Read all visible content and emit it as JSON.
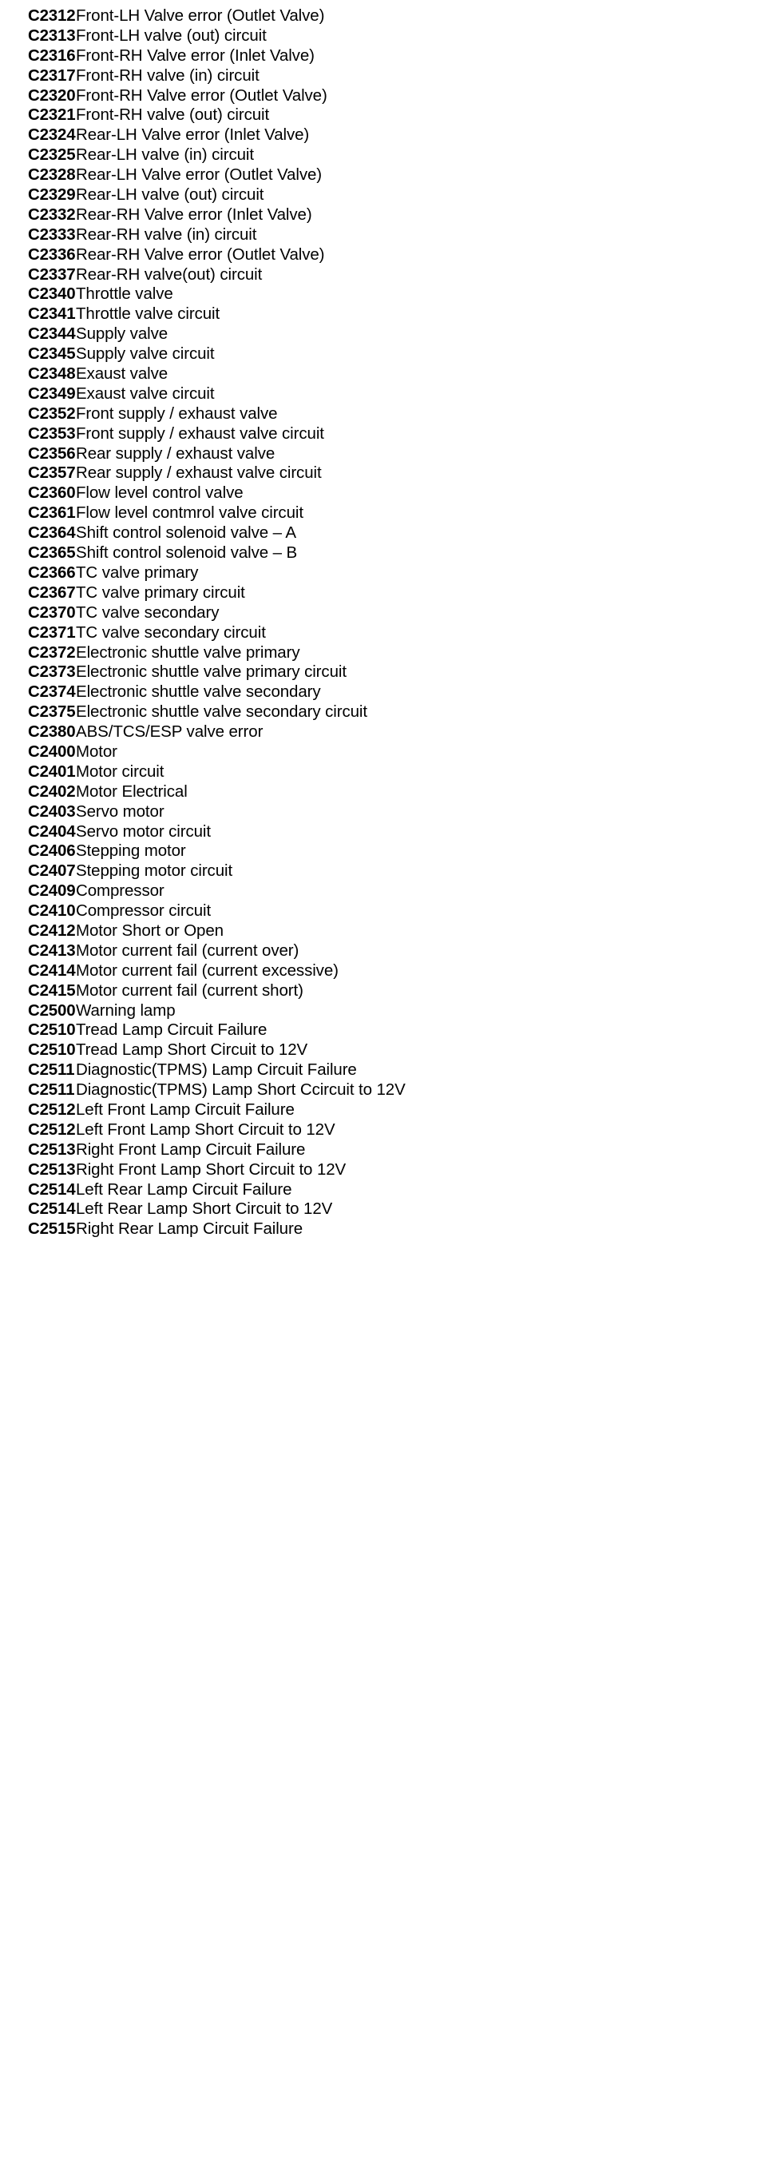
{
  "document": {
    "type": "dtc-code-reference-list",
    "text_color": "#000000",
    "background_color": "#ffffff"
  },
  "codes": [
    {
      "id": "C2312",
      "description": "Front-LH Valve error (Outlet Valve)"
    },
    {
      "id": "C2313",
      "description": "Front-LH valve (out) circuit"
    },
    {
      "id": "C2316",
      "description": "Front-RH Valve error (Inlet Valve)"
    },
    {
      "id": "C2317",
      "description": "Front-RH valve (in) circuit"
    },
    {
      "id": "C2320",
      "description": "Front-RH Valve error (Outlet Valve)"
    },
    {
      "id": "C2321",
      "description": "Front-RH valve (out) circuit"
    },
    {
      "id": "C2324",
      "description": "Rear-LH Valve error (Inlet Valve)"
    },
    {
      "id": "C2325",
      "description": "Rear-LH valve (in) circuit"
    },
    {
      "id": "C2328",
      "description": "Rear-LH Valve error (Outlet Valve)"
    },
    {
      "id": "C2329",
      "description": "Rear-LH valve (out) circuit"
    },
    {
      "id": "C2332",
      "description": "Rear-RH Valve error (Inlet Valve)"
    },
    {
      "id": "C2333",
      "description": "Rear-RH valve (in) circuit"
    },
    {
      "id": "C2336",
      "description": "Rear-RH Valve error (Outlet Valve)"
    },
    {
      "id": "C2337",
      "description": "Rear-RH valve(out) circuit"
    },
    {
      "id": "C2340",
      "description": "Throttle valve"
    },
    {
      "id": "C2341",
      "description": "Throttle valve circuit"
    },
    {
      "id": "C2344",
      "description": "Supply valve"
    },
    {
      "id": "C2345",
      "description": "Supply valve circuit"
    },
    {
      "id": "C2348",
      "description": "Exaust valve"
    },
    {
      "id": "C2349",
      "description": "Exaust valve circuit"
    },
    {
      "id": "C2352",
      "description": "Front supply / exhaust valve"
    },
    {
      "id": "C2353",
      "description": "Front supply / exhaust valve circuit"
    },
    {
      "id": "C2356",
      "description": "Rear supply / exhaust valve"
    },
    {
      "id": "C2357",
      "description": "Rear supply / exhaust valve circuit"
    },
    {
      "id": "C2360",
      "description": "Flow level control valve"
    },
    {
      "id": "C2361",
      "description": "Flow level contmrol valve circuit"
    },
    {
      "id": "C2364",
      "description": "Shift control solenoid valve – A"
    },
    {
      "id": "C2365",
      "description": "Shift control solenoid valve – B"
    },
    {
      "id": "C2366",
      "description": "TC valve primary"
    },
    {
      "id": "C2367",
      "description": "TC valve primary circuit"
    },
    {
      "id": "C2370",
      "description": "TC valve secondary"
    },
    {
      "id": "C2371",
      "description": "TC valve secondary circuit"
    },
    {
      "id": "C2372",
      "description": "Electronic shuttle valve primary"
    },
    {
      "id": "C2373",
      "description": "Electronic shuttle valve primary circuit"
    },
    {
      "id": "C2374",
      "description": "Electronic shuttle valve secondary"
    },
    {
      "id": "C2375",
      "description": "Electronic shuttle valve secondary circuit"
    },
    {
      "id": "C2380",
      "description": "ABS/TCS/ESP valve error"
    },
    {
      "id": "C2400",
      "description": "Motor"
    },
    {
      "id": "C2401",
      "description": "Motor circuit"
    },
    {
      "id": "C2402",
      "description": "Motor Electrical"
    },
    {
      "id": "C2403",
      "description": "Servo motor"
    },
    {
      "id": "C2404",
      "description": "Servo motor circuit"
    },
    {
      "id": "C2406",
      "description": "Stepping motor"
    },
    {
      "id": "C2407",
      "description": "Stepping motor circuit"
    },
    {
      "id": "C2409",
      "description": "Compressor"
    },
    {
      "id": "C2410",
      "description": "Compressor circuit"
    },
    {
      "id": "C2412",
      "description": "Motor Short or Open"
    },
    {
      "id": "C2413",
      "description": "Motor current fail (current over)"
    },
    {
      "id": "C2414",
      "description": "Motor current fail (current excessive)"
    },
    {
      "id": "C2415",
      "description": "Motor current fail (current short)"
    },
    {
      "id": "C2500",
      "description": "Warning lamp"
    },
    {
      "id": "C2510",
      "description": "Tread Lamp Circuit Failure"
    },
    {
      "id": "C2510",
      "description": "Tread Lamp Short Circuit to 12V"
    },
    {
      "id": "C2511",
      "description": "Diagnostic(TPMS) Lamp Circuit Failure"
    },
    {
      "id": "C2511",
      "description": "Diagnostic(TPMS) Lamp Short Ccircuit to 12V"
    },
    {
      "id": "C2512",
      "description": "Left Front Lamp Circuit Failure"
    },
    {
      "id": "C2512",
      "description": "Left Front Lamp Short Circuit to 12V"
    },
    {
      "id": "C2513",
      "description": "Right Front Lamp Circuit Failure"
    },
    {
      "id": "C2513",
      "description": "Right Front Lamp Short Circuit to 12V"
    },
    {
      "id": "C2514",
      "description": "Left Rear Lamp Circuit Failure"
    },
    {
      "id": "C2514",
      "description": "Left Rear Lamp Short Circuit to 12V"
    },
    {
      "id": "C2515",
      "description": "Right Rear Lamp Circuit Failure"
    }
  ]
}
